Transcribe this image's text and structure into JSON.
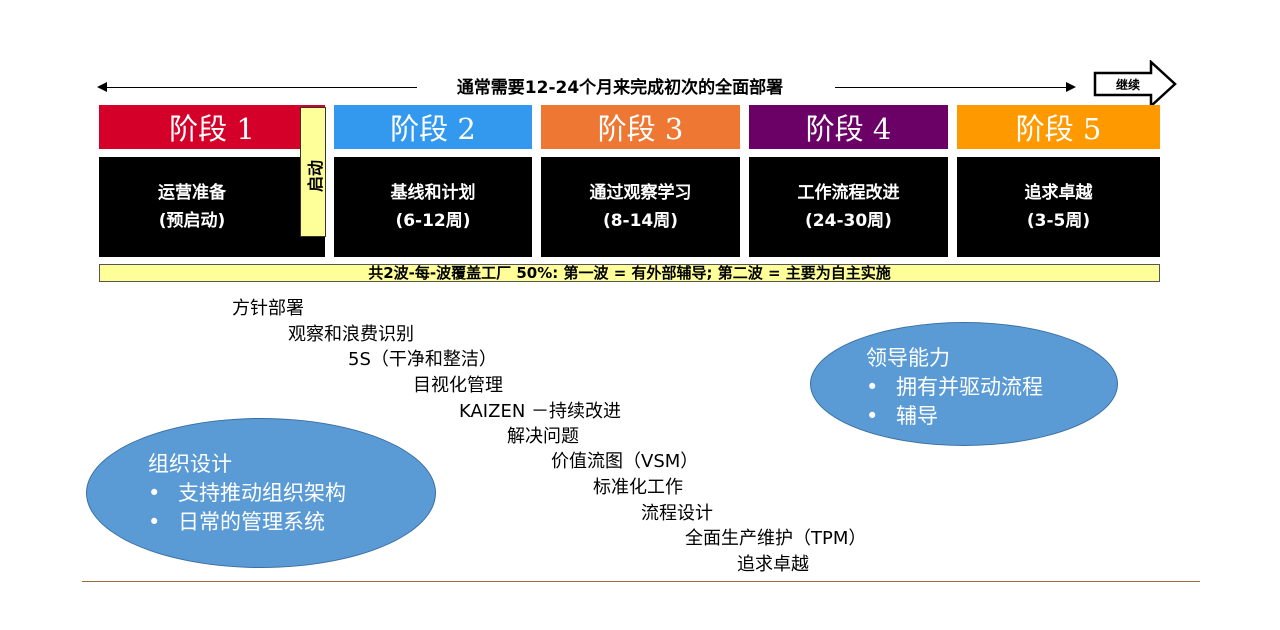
{
  "timeline": {
    "label": "通常需要12-24个月来完成初次的全面部署",
    "continue_label": "继续"
  },
  "phases": [
    {
      "header": "阶段 1",
      "title": "运营准备",
      "subtitle": "(预启动)",
      "color": "#d4002a"
    },
    {
      "header": "阶段 2",
      "title": "基线和计划",
      "subtitle": "(6-12周)",
      "color": "#3399ee"
    },
    {
      "header": "阶段 3",
      "title": "通过观察学习",
      "subtitle": "(8-14周)",
      "color": "#ee7733"
    },
    {
      "header": "阶段 4",
      "title": "工作流程改进",
      "subtitle": "(24-30周)",
      "color": "#6b0066"
    },
    {
      "header": "阶段 5",
      "title": "追求卓越",
      "subtitle": "(3-5周)",
      "color": "#ff9900"
    }
  ],
  "kickoff_label": "启动",
  "wave_bar": "共2波-每-波覆盖工厂 50%: 第一波 = 有外部辅导; 第二波 = 主要为自主实施",
  "steps": [
    "方针部署",
    "观察和浪费识别",
    "5S（干净和整洁）",
    "目视化管理",
    "KAIZEN －持续改进",
    "解决问题",
    "价值流图（VSM）",
    "标准化工作",
    "流程设计",
    "全面生产维护（TPM）",
    "追求卓越"
  ],
  "leadership": {
    "title": "领导能力",
    "bullet": "•",
    "items": [
      "拥有并驱动流程",
      "辅导"
    ]
  },
  "org_design": {
    "title": "组织设计",
    "bullet": "•",
    "items": [
      "支持推动组织架构",
      "日常的管理系统"
    ]
  }
}
